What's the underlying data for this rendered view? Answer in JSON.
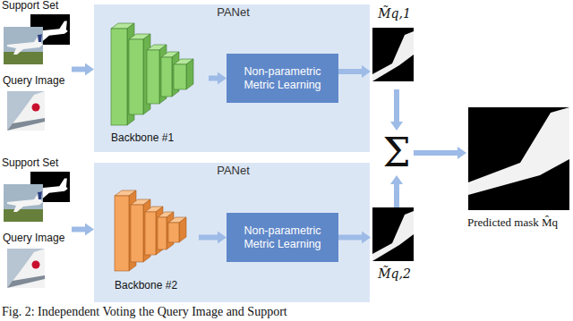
{
  "diagram": {
    "caption": "Fig. 2: Independent Voting the Query Image and Support",
    "nodes": [
      {
        "text": [
          "Support Set",
          "Query Image"
        ]
      },
      {
        "text": [
          "PANet"
        ]
      },
      {
        "text": [
          "Backbone #1"
        ],
        "in": 1
      },
      {
        "text": [
          "Non-parametric Metric Learning"
        ],
        "in": 1
      },
      {
        "text": [
          "M̃q,1"
        ]
      },
      {
        "text": [
          "Support Set",
          "Query Image"
        ]
      },
      {
        "text": [
          "PANet"
        ]
      },
      {
        "text": [
          "Backbone #2"
        ],
        "in": 6
      },
      {
        "text": [
          "Non-parametric Metric Learning"
        ],
        "in": 6
      },
      {
        "text": [
          "M̃q,2"
        ]
      },
      {
        "text": [
          "Σ"
        ]
      },
      {
        "text": [
          "Predicted mask M̂q"
        ]
      }
    ],
    "edges": [
      {
        "from": 0,
        "to": 1,
        "arrow": "to"
      },
      {
        "from": 2,
        "to": 3,
        "arrow": "to"
      },
      {
        "from": 3,
        "to": 4,
        "arrow": "to"
      },
      {
        "from": 4,
        "to": 10,
        "arrow": "to"
      },
      {
        "from": 5,
        "to": 6,
        "arrow": "to"
      },
      {
        "from": 7,
        "to": 8,
        "arrow": "to"
      },
      {
        "from": 8,
        "to": 9,
        "arrow": "to"
      },
      {
        "from": 9,
        "to": 10,
        "arrow": "to"
      },
      {
        "from": 10,
        "to": 11,
        "arrow": "to"
      }
    ]
  }
}
